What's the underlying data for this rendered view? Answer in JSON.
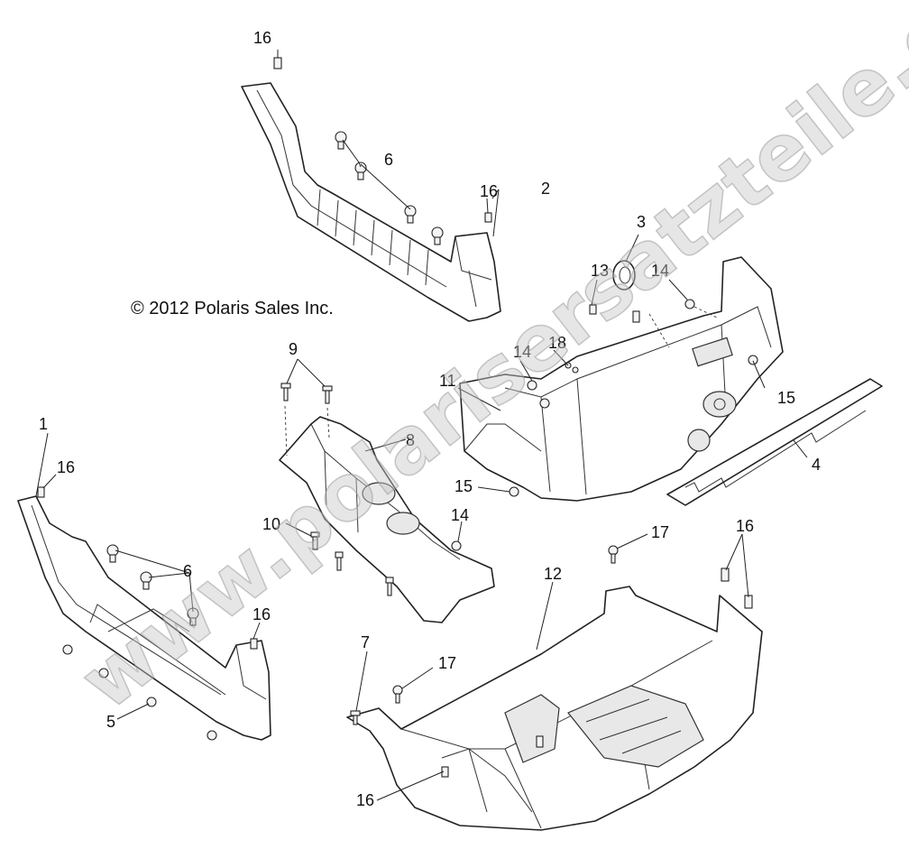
{
  "copyright": "© 2012 Polaris Sales Inc.",
  "watermark": "www.polarisersatzteile.de",
  "callouts": [
    "16",
    "6",
    "16",
    "2",
    "3",
    "13",
    "14",
    "18",
    "14",
    "11",
    "15",
    "9",
    "8",
    "1",
    "16",
    "4",
    "15",
    "10",
    "14",
    "6",
    "16",
    "12",
    "17",
    "16",
    "7",
    "17",
    "5",
    "16"
  ],
  "colors": {
    "line": "#222222",
    "watermark": "#c8c8c8",
    "background": "#ffffff"
  }
}
